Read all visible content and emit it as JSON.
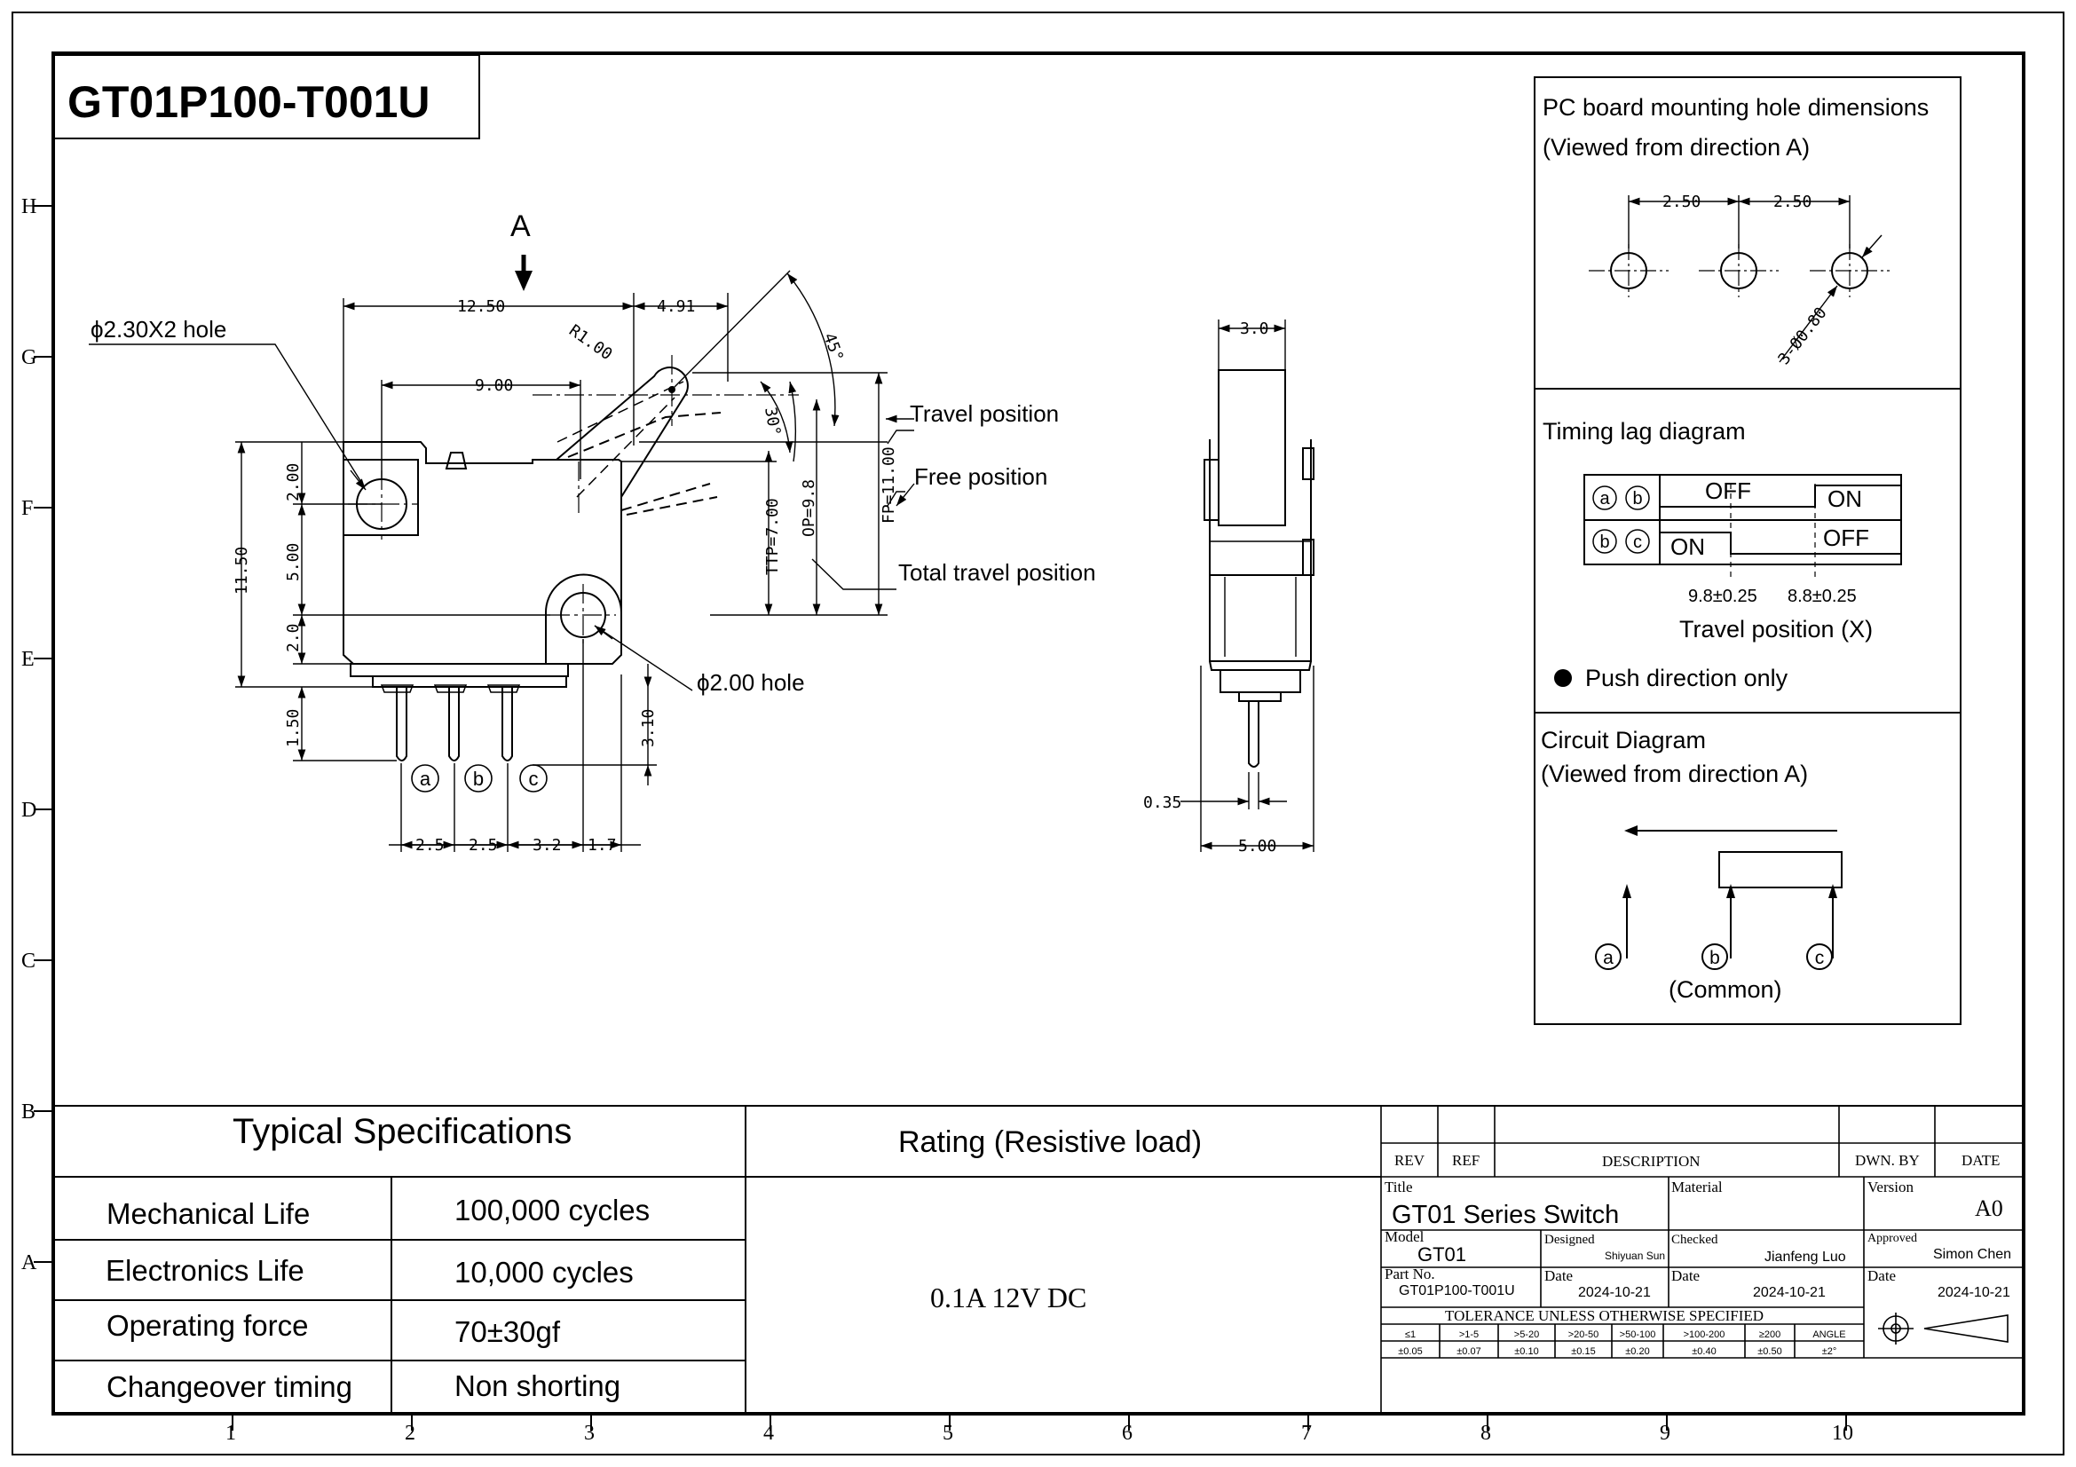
{
  "drawing": {
    "part_number_title": "GT01P100-T001U",
    "view_arrow_label": "A",
    "row_letters": [
      "H",
      "G",
      "F",
      "E",
      "D",
      "C",
      "B",
      "A"
    ],
    "col_numbers": [
      "1",
      "2",
      "3",
      "4",
      "5",
      "6",
      "7",
      "8",
      "9",
      "10"
    ]
  },
  "front_view": {
    "hole_label": "ϕ2.30X2 hole",
    "hole2_label": "ϕ2.00 hole",
    "travel_position": "Travel  position",
    "free_position": "Free  position",
    "total_travel_position": "Total travel  position",
    "dim_12_50": "12.50",
    "dim_4_91": "4.91",
    "dim_9_00": "9.00",
    "dim_r1_00": "R1.00",
    "dim_45": "45°",
    "dim_30": "30°",
    "dim_tp": "TTP=7.00",
    "dim_op": "OP=9.8",
    "dim_fp": "FP=11.00",
    "dim_2_00": "2.00",
    "dim_5_00": "5.00",
    "dim_11_50": "11.50",
    "dim_2_0": "2.0",
    "dim_1_50": "1.50",
    "dim_3_10": "3.10",
    "dim_2_5a": "2.5",
    "dim_2_5b": "2.5",
    "dim_3_2": "3.2",
    "dim_1_7": "1.7",
    "pin_a": "a",
    "pin_b": "b",
    "pin_c": "c"
  },
  "side_view": {
    "dim_3_0": "3.0",
    "dim_0_35": "0.35",
    "dim_5_00": "5.00"
  },
  "pcb_panel": {
    "title_line1": "PC board mounting hole dimensions",
    "title_line2": "(Viewed from direction A)",
    "dim_pitch_1": "2.50",
    "dim_pitch_2": "2.50",
    "dim_holes": "3-Ø0.80"
  },
  "timing_panel": {
    "title": "Timing lag diagram",
    "row1_pins": [
      "a",
      "b"
    ],
    "row2_pins": [
      "b",
      "c"
    ],
    "row1_off": "OFF",
    "row1_on": "ON",
    "row2_on": "ON",
    "row2_off": "OFF",
    "value_1": "9.8±0.25",
    "value_2": "8.8±0.25",
    "axis_label": "Travel  position (X)",
    "note": "Push direction only"
  },
  "circuit_panel": {
    "title_line1": "Circuit Diagram",
    "title_line2": "(Viewed from direction A)",
    "pin_a": "a",
    "pin_b": "b",
    "pin_c": "c",
    "common_label": "(Common)"
  },
  "specs": {
    "header": "Typical Specifications",
    "rating_header": "Rating (Resistive load)",
    "rating_value": "0.1A 12V DC",
    "rows": [
      {
        "label": "Mechanical Life",
        "value": "100,000 cycles"
      },
      {
        "label": "Electronics Life",
        "value": "10,000 cycles"
      },
      {
        "label": "Operating force",
        "value": "70±30gf"
      },
      {
        "label": "Changeover timing",
        "value": "Non shorting"
      }
    ]
  },
  "title_block": {
    "rev": "REV",
    "ref": "REF",
    "description": "DESCRIPTION",
    "dwn_by": "DWN. BY",
    "date": "DATE",
    "title_label": "Title",
    "title_value": "GT01 Series Switch",
    "material_label": "Material",
    "version_label": "Version",
    "version_value": "A0",
    "model_label": "Model",
    "model_value": "GT01",
    "designed_label": "Designed",
    "designed_value": "Shiyuan Sun",
    "checked_label": "Checked",
    "checked_value": "Jianfeng Luo",
    "approved_label": "Approved",
    "approved_value": "Simon Chen",
    "partno_label": "Part No.",
    "partno_value": "GT01P100-T001U",
    "date1_label": "Date",
    "date1_value": "2024-10-21",
    "date2_label": "Date",
    "date2_value": "2024-10-21",
    "date3_label": "Date",
    "date3_value": "2024-10-21",
    "tolerance_header": "TOLERANCE UNLESS OTHERWISE SPECIFIED",
    "tolerance_ranges": [
      "≤1",
      ">1-5",
      ">5-20",
      ">20-50",
      ">50-100",
      ">100-200",
      "≥200",
      "ANGLE"
    ],
    "tolerance_values": [
      "±0.05",
      "±0.07",
      "±0.10",
      "±0.15",
      "±0.20",
      "±0.40",
      "±0.50",
      "±2°"
    ]
  }
}
